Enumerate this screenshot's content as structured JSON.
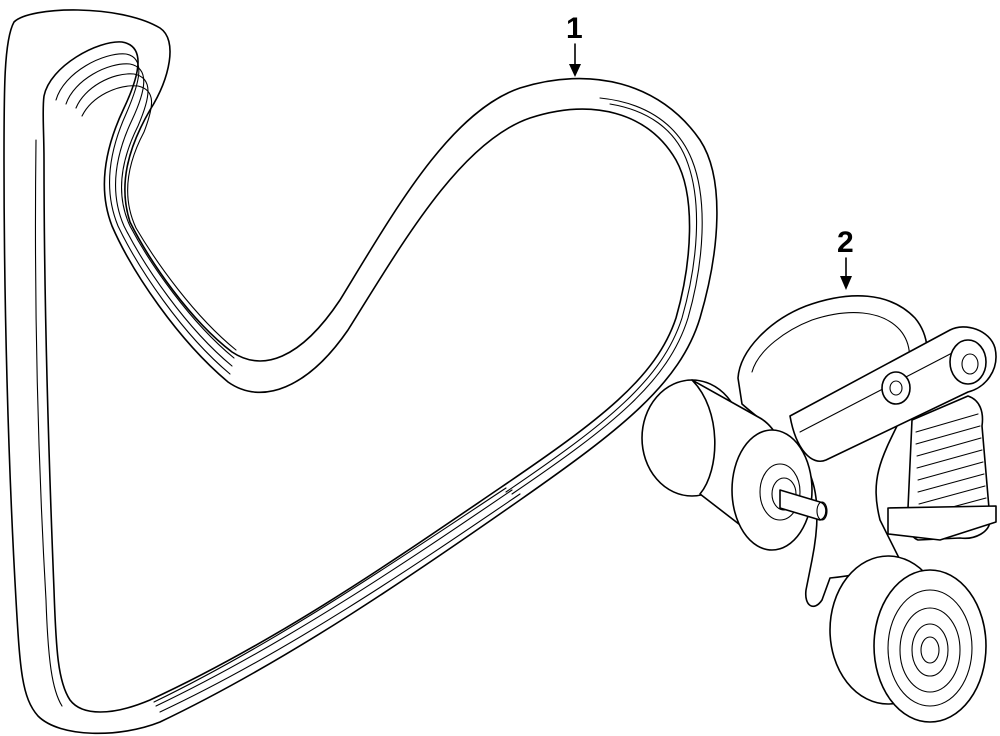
{
  "callouts": [
    {
      "label": "1",
      "part": "drive-belt"
    },
    {
      "label": "2",
      "part": "belt-tensioner"
    }
  ],
  "colors": {
    "background": "#ffffff",
    "line": "#000000"
  }
}
